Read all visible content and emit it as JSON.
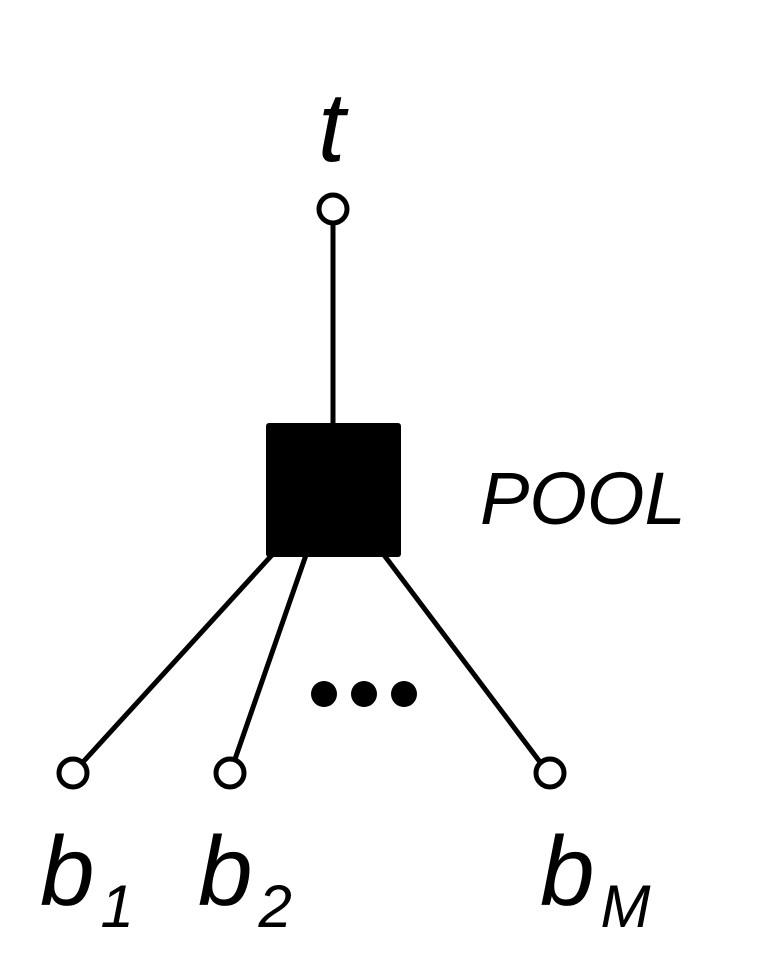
{
  "diagram": {
    "top_node": {
      "label": "t"
    },
    "pool_node": {
      "label": "POOL"
    },
    "ellipsis": "•••",
    "bottom_nodes": [
      {
        "base": "b",
        "sub": "1"
      },
      {
        "base": "b",
        "sub": "2"
      },
      {
        "base": "b",
        "sub": "M"
      }
    ]
  },
  "colors": {
    "stroke": "#000000",
    "fill_box": "#000000",
    "node_fill": "#ffffff",
    "background": "#ffffff"
  }
}
